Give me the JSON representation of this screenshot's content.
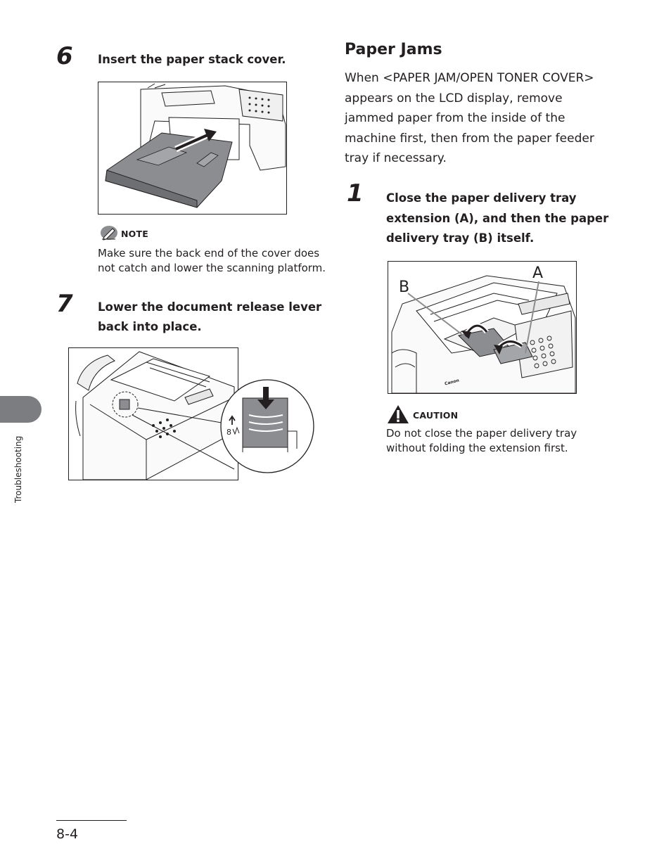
{
  "left_column": {
    "step6": {
      "number": "6",
      "text": "Insert the paper stack cover."
    },
    "note": {
      "label": "NOTE",
      "text": "Make sure the back end of the cover does not catch and lower the scanning platform."
    },
    "step7": {
      "number": "7",
      "text_line1": "Lower the document release lever",
      "text_line2": "back into place."
    }
  },
  "right_column": {
    "section_title": "Paper Jams",
    "intro": "When <PAPER JAM/OPEN TONER COVER> appears on the LCD display, remove jammed paper from the inside of the machine first, then from the paper feeder tray if necessary.",
    "step1": {
      "number": "1",
      "text_line1": "Close the paper delivery tray",
      "text_line2": "extension (A), and then the paper",
      "text_line3": "delivery tray (B) itself."
    },
    "figure_labels": {
      "a": "A",
      "b": "B",
      "brand": "Canon"
    },
    "caution": {
      "label": "CAUTION",
      "text": "Do not close the paper delivery tray without folding the extension first."
    }
  },
  "sidebar": {
    "chapter_label": "Troubleshooting"
  },
  "footer": {
    "page_number": "8-4"
  },
  "colors": {
    "text": "#231f20",
    "tab_gray": "#7b7d80",
    "tray_gray": "#8c8d90"
  }
}
